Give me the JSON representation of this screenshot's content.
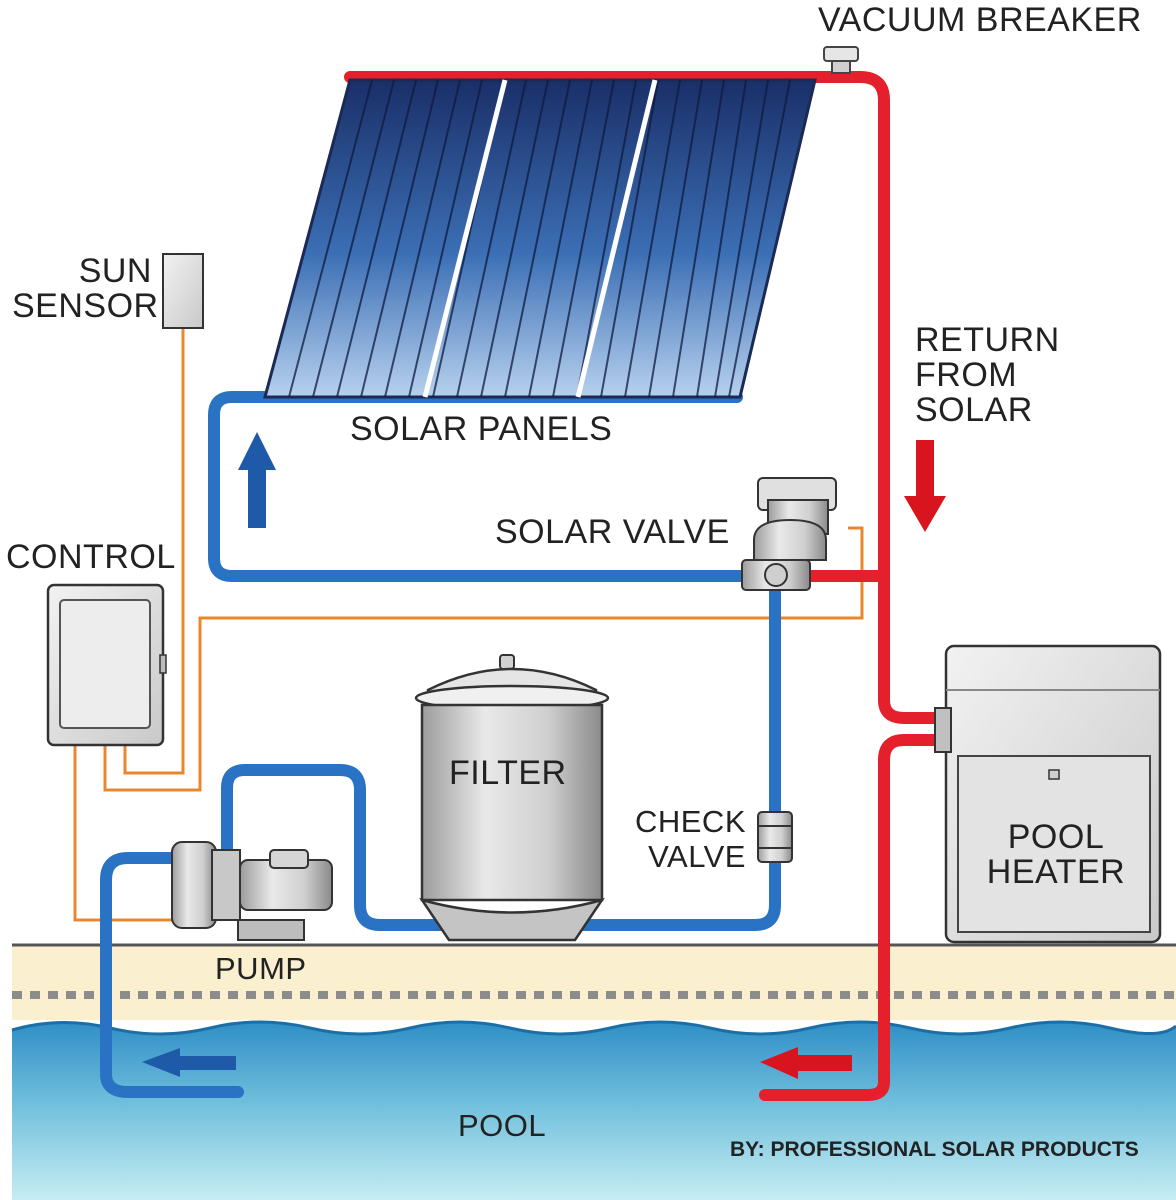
{
  "labels": {
    "vacuum_breaker": "VACUUM BREAKER",
    "sun_sensor": "SUN\nSENSOR",
    "solar_panels": "SOLAR PANELS",
    "return_from_solar": "RETURN\nFROM\nSOLAR",
    "solar_valve": "SOLAR VALVE",
    "control": "CONTROL",
    "filter": "FILTER",
    "check_valve": "CHECK\nVALVE",
    "pool_heater": "POOL\nHEATER",
    "pump": "PUMP",
    "pool": "POOL"
  },
  "credit": "BY: PROFESSIONAL SOLAR PRODUCTS",
  "colors": {
    "hot_pipe": "#e3202b",
    "cold_pipe": "#2a72c4",
    "signal_wire": "#e8872d",
    "flow_arrow_blue": "#1f5aa8",
    "flow_arrow_red": "#d8141e",
    "ground": "#faf0cf",
    "water": "#4ba7cf"
  },
  "flow_arrows": [
    "arrow-up-to-panels",
    "arrow-down-return",
    "arrow-left-pool-return",
    "arrow-left-pool-intake"
  ]
}
